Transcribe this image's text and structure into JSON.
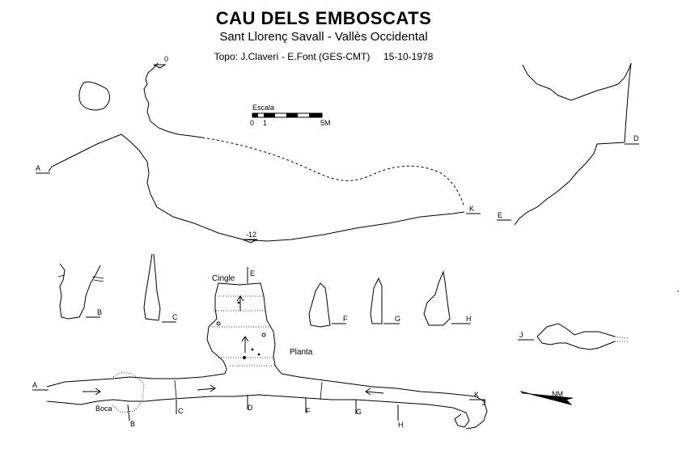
{
  "header": {
    "title": "CAU DELS EMBOSCATS",
    "subtitle": "Sant Llorenç Savall - Vallès Occidental",
    "credits": "Topo: J.Claverí - E.Font (GES-CMT)     15-10-1978"
  },
  "scale": {
    "label": "Escala",
    "tick_start": "0",
    "tick_one": "1",
    "tick_end": "5M"
  },
  "profile": {
    "entrance_depth": "0",
    "bottom_depth": "-12",
    "label_a": "A",
    "label_k": "K"
  },
  "profile_right": {
    "label_d": "D",
    "label_e": "E"
  },
  "sections": {
    "b": "B",
    "c": "C",
    "e": "E",
    "f": "F",
    "g": "G",
    "h": "H",
    "j": "J"
  },
  "plan": {
    "cingle": "Cingle",
    "planta": "Planta",
    "boca": "Boca",
    "label_a": "A",
    "label_k": "K",
    "label_j": "J",
    "marks": [
      "B",
      "C",
      "D",
      "F",
      "G",
      "H"
    ]
  },
  "north": {
    "label": "NM"
  }
}
